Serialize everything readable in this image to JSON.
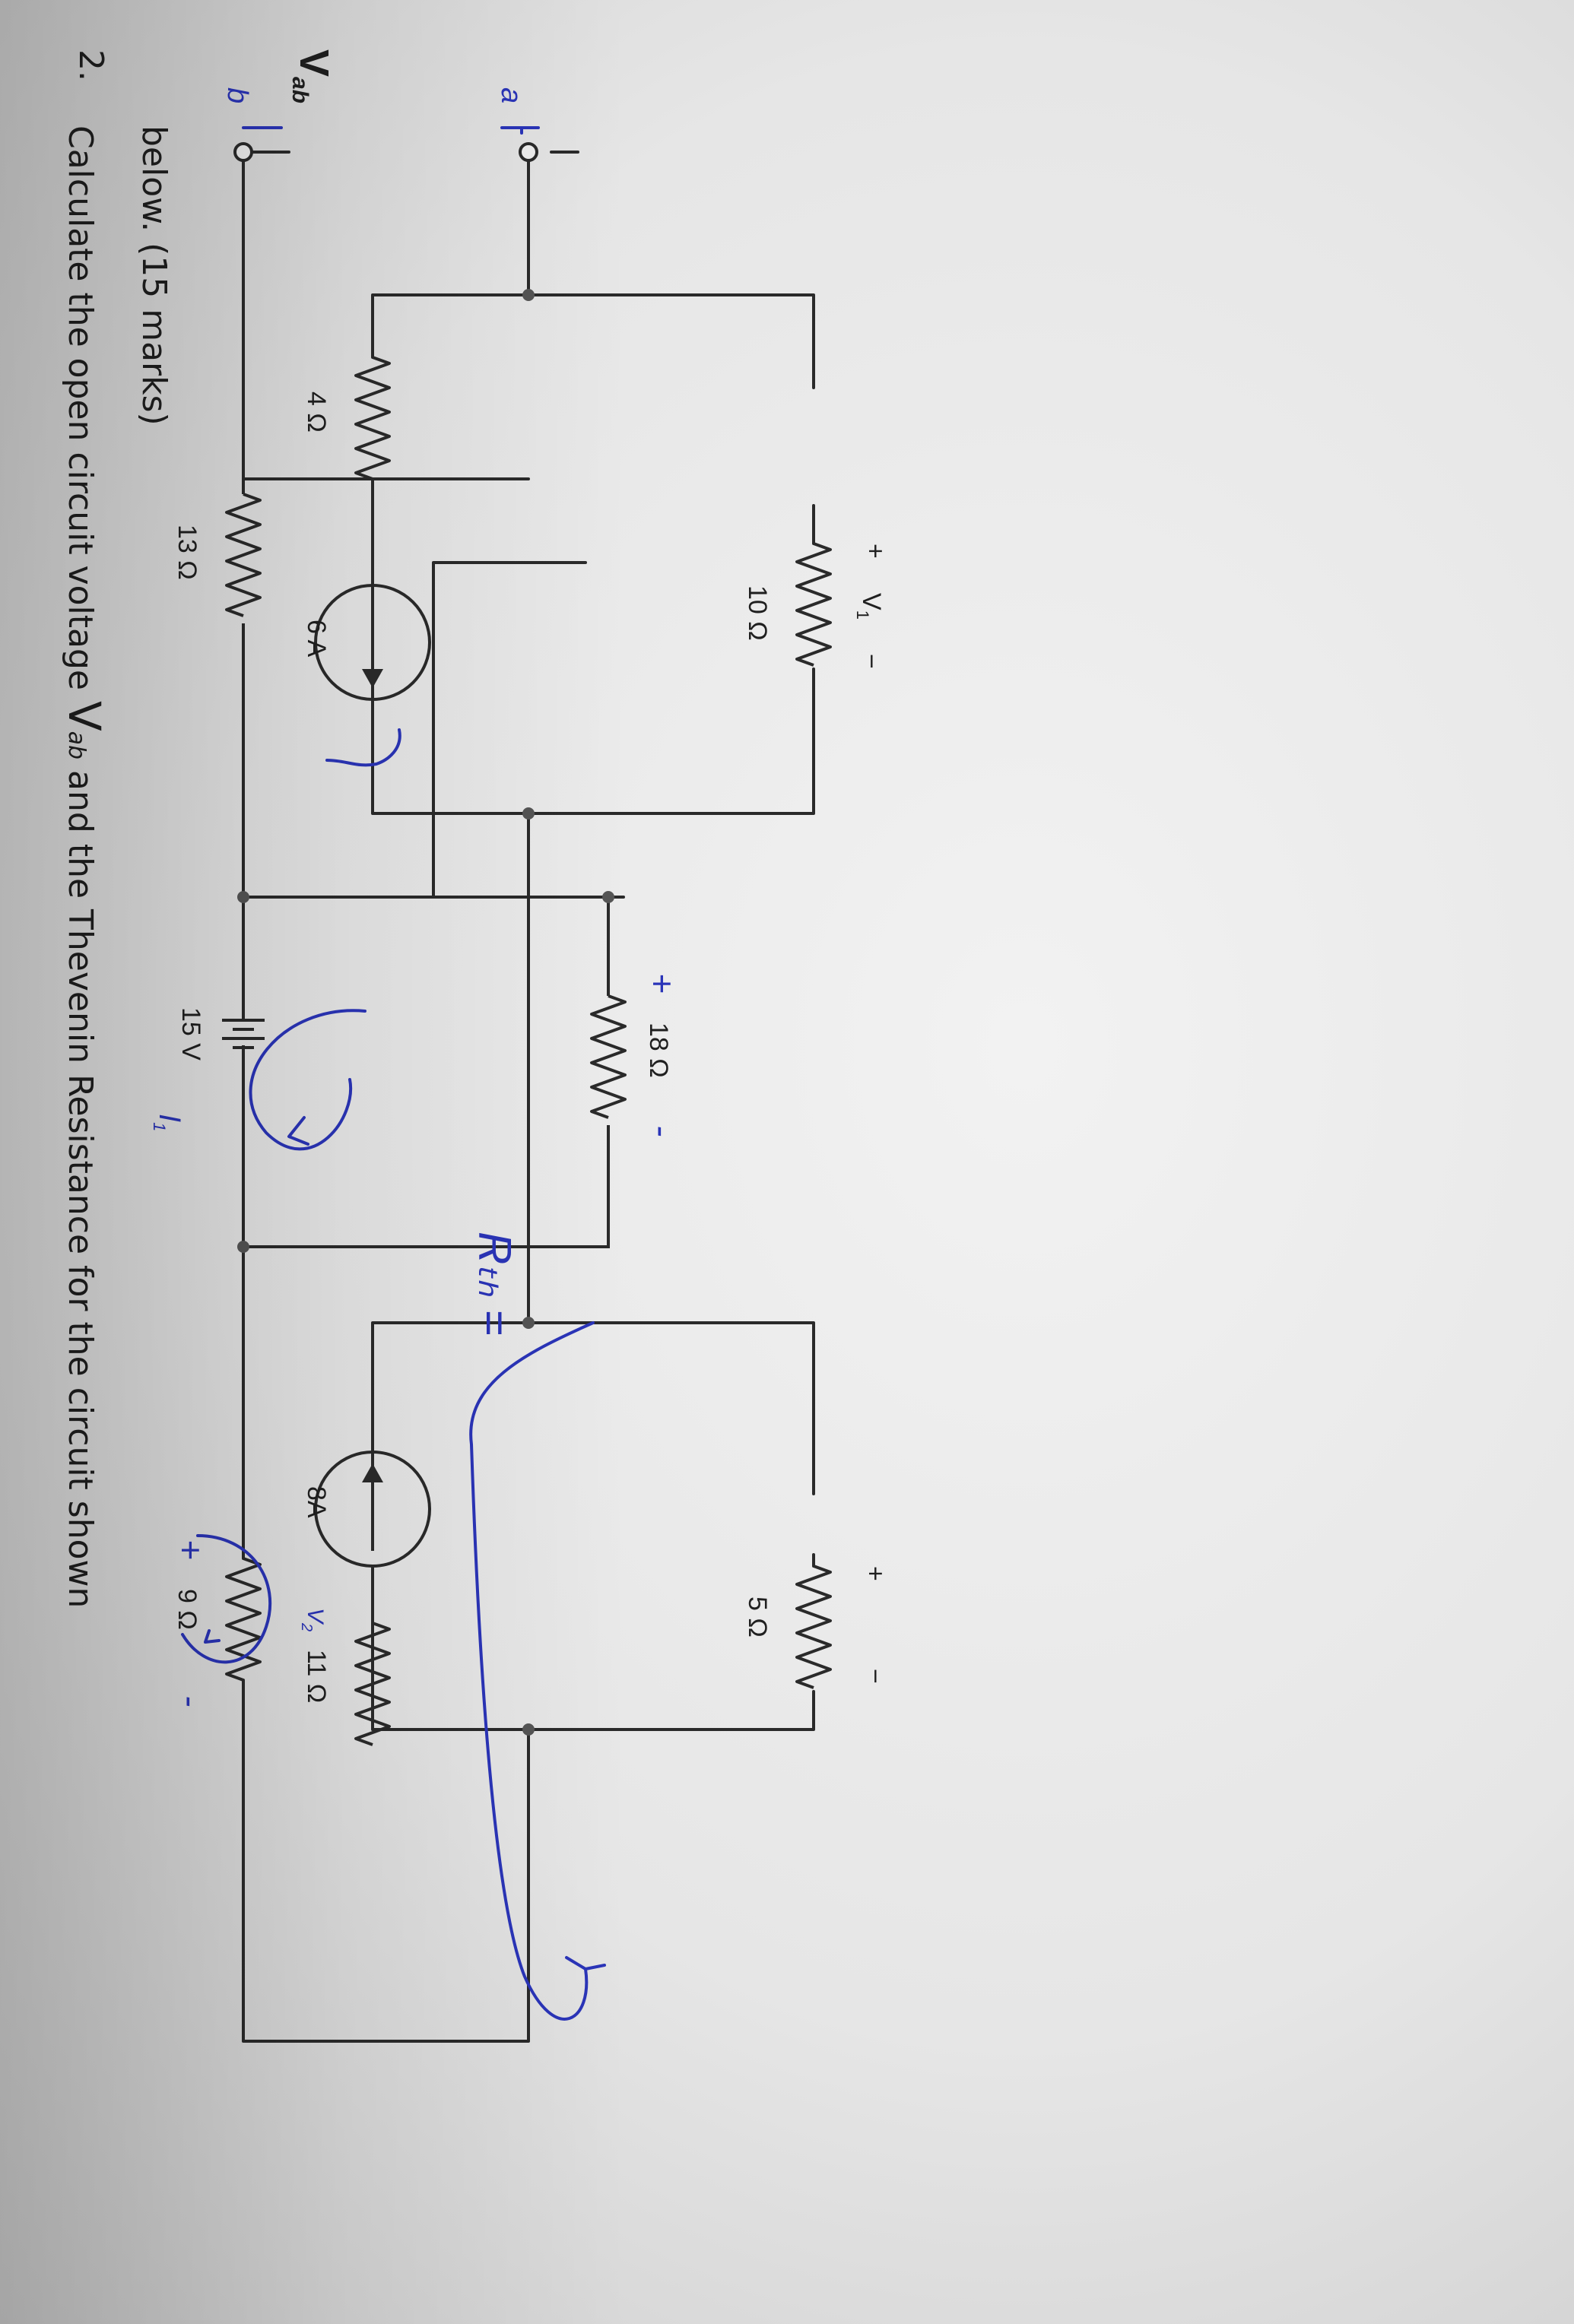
{
  "question": {
    "number": "2.",
    "line1_before": "Calculate the open circuit voltage ",
    "v_symbol": "V",
    "v_sub": "ab",
    "line1_after": " and the Thevenin Resistance for the circuit shown",
    "line2": "below.  (15 marks)"
  },
  "circuit": {
    "r10": "10 Ω",
    "r4": "4 Ω",
    "i6": "6 A",
    "r13": "13 Ω",
    "r18": "18 Ω",
    "v15": "15 V",
    "r5": "5 Ω",
    "i8": "8A",
    "r11": "11 Ω",
    "r9": "9 Ω",
    "plus": "+",
    "minus": "−",
    "v1": "V",
    "v1_sub": "1",
    "vab_label": "V",
    "vab_sub": "ab"
  },
  "annotations": {
    "node_a": "a",
    "node_b": "b",
    "rth": "Rₜₕ =",
    "v2": "V",
    "v2_sub": "2",
    "current": "I",
    "current_sub": "1",
    "plus": "+",
    "minus": "-"
  },
  "colors": {
    "ink": "#1f1f1f",
    "wire": "#2a2a2a",
    "pen": "#2a34b8",
    "paper": "#eeeeee"
  }
}
